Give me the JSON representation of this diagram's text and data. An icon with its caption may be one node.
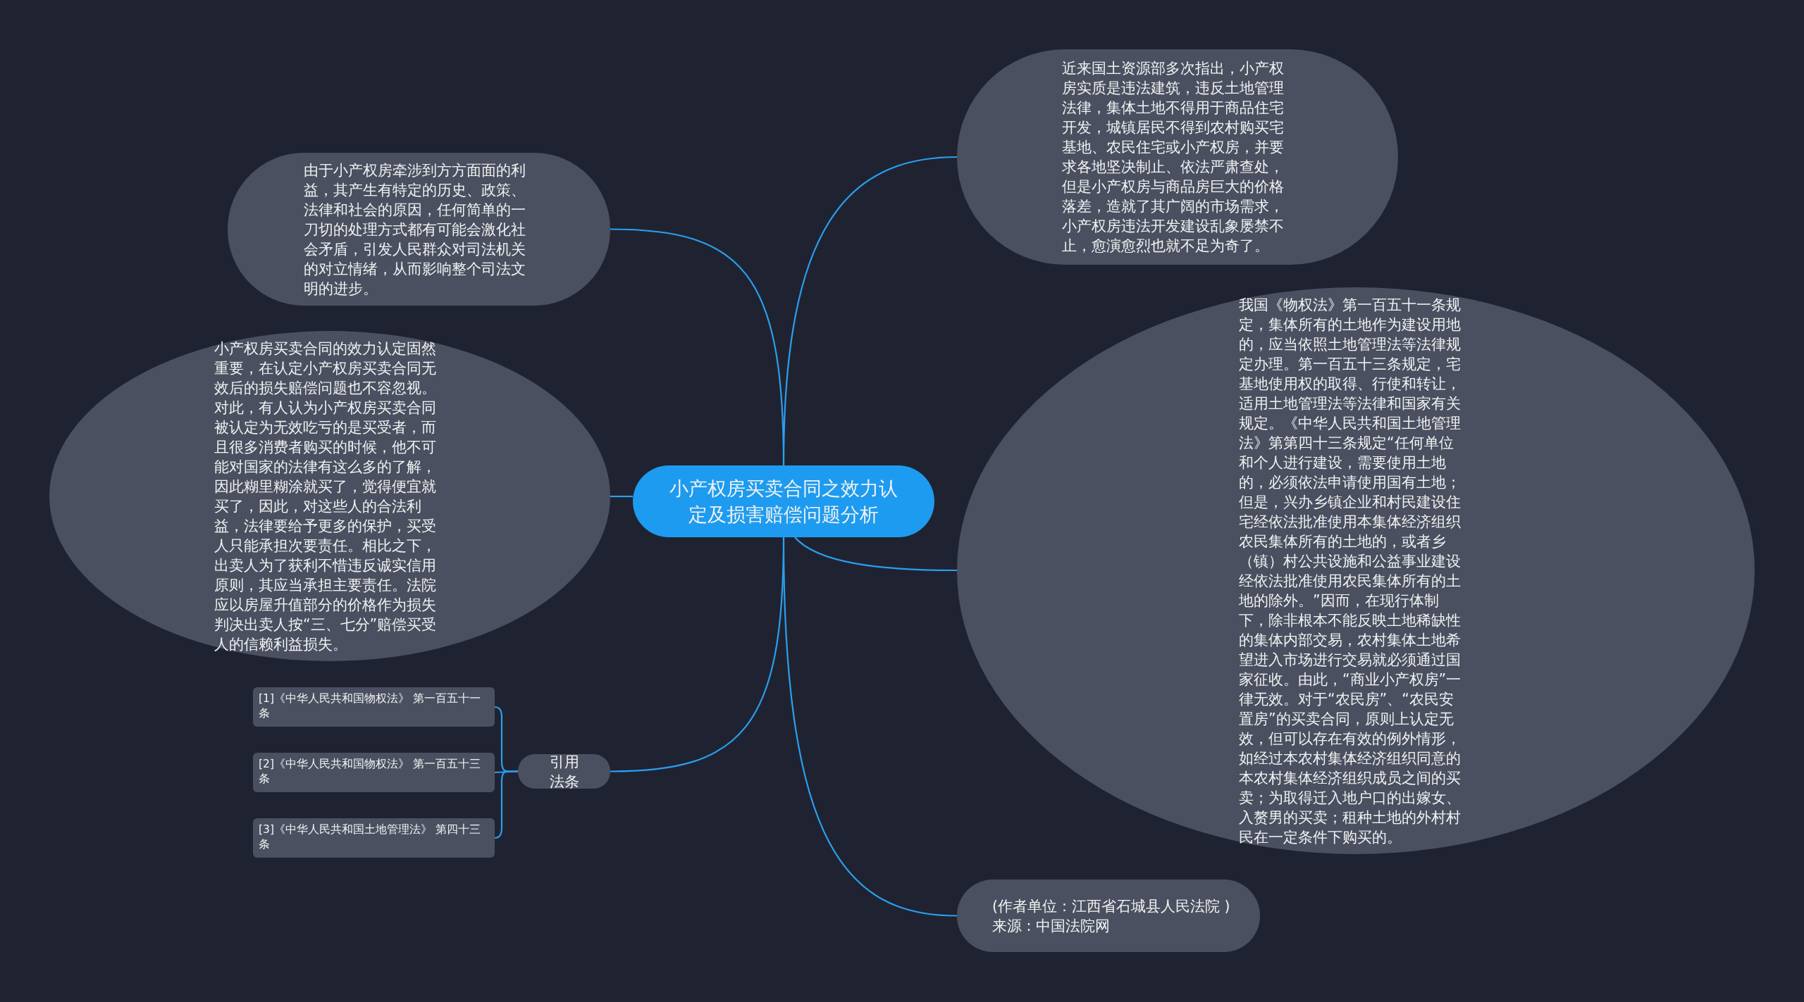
{
  "diagram": {
    "nodes": [
      {
        "text": [
          "小产权房买卖合同之效力认定及损害赔偿问题分析"
        ]
      },
      {
        "text": [
          "由于小产权房牵涉到方方面面的利益，其产生有特定的历史、政策、法律和社会的原因，任何简单的一刀切的处理方式都有可能会激化社会矛盾，引发人民群众对司法机关的对立情绪，从而影响整个司法文明的进步。"
        ]
      },
      {
        "text": [
          "小产权房买卖合同的效力认定固然重要，在认定小产权房买卖合同无效后的损失赔偿问题也不容忽视。对此，有人认为小产权房买卖合同被认定为无效吃亏的是买受者，而且很多消费者购买的时候，他不可能对国家的法律有这么多的了解，因此糊里糊涂就买了，觉得便宜就买了，因此，对这些人的合法利益，法律要给予更多的保护，买受人只能承担次要责任。相比之下，出卖人为了获利不惜违反诚实信用原则，其应当承担主要责任。法院应以房屋升值部分的价格作为损失判决出卖人按“三、七分”赔偿买受人的信赖利益损失。"
        ]
      },
      {
        "text": [
          "引用法条"
        ]
      },
      {
        "text": [
          "[1]《中华人民共和国物权法》 第一百五十一条"
        ]
      },
      {
        "text": [
          "[2]《中华人民共和国物权法》 第一百五十三条"
        ]
      },
      {
        "text": [
          "[3]《中华人民共和国土地管理法》 第四十三条"
        ]
      },
      {
        "text": [
          "近来国土资源部多次指出，小产权房实质是违法建筑，违反土地管理法律，集体土地不得用于商品住宅开发，城镇居民不得到农村购买宅基地、农民住宅或小产权房，并要求各地坚决制止、依法严肃查处，但是小产权房与商品房巨大的价格落差，造就了其广阔的市场需求，小产权房违法开发建设乱象屡禁不止，愈演愈烈也就不足为奇了。"
        ]
      },
      {
        "text": [
          "我国《物权法》第一百五十一条规定，集体所有的土地作为建设用地的，应当依照土地管理法等法律规定办理。第一百五十三条规定，宅基地使用权的取得、行使和转让，适用土地管理法等法律和国家有关规定。《中华人民共和国土地管理法》第第四十三条规定“任何单位和个人进行建设，需要使用土地的，必须依法申请使用国有土地；但是，兴办乡镇企业和村民建设住宅经依法批准使用本集体经济组织农民集体所有的土地的，或者乡（镇）村公共设施和公益事业建设经依法批准使用农民集体所有的土地的除外。”因而，在现行体制下，除非根本不能反映土地稀缺性的集体内部交易，农村集体土地希望进入市场进行交易就必须通过国家征收。由此，“商业小产权房”一律无效。对于“农民房”、“农民安置房”的买卖合同，原则上认定无效，但可以存在有效的例外情形，如经过本农村集体经济组织同意的本农村集体经济组织成员之间的买卖；为取得迁入地户口的出嫁女、入赘男的买卖；租种土地的外村村民在一定条件下购买的。"
        ]
      },
      {
        "text": [
          "(作者单位：江西省石城县人民法院 ) 来源 : 中国法院网"
        ]
      }
    ],
    "edges": [
      {
        "from": 0,
        "to": 1,
        "arrow": "none"
      },
      {
        "from": 0,
        "to": 2,
        "arrow": "none"
      },
      {
        "from": 0,
        "to": 3,
        "arrow": "none"
      },
      {
        "from": 3,
        "to": 4,
        "arrow": "none"
      },
      {
        "from": 3,
        "to": 5,
        "arrow": "none"
      },
      {
        "from": 3,
        "to": 6,
        "arrow": "none"
      },
      {
        "from": 0,
        "to": 7,
        "arrow": "none"
      },
      {
        "from": 0,
        "to": 8,
        "arrow": "none"
      },
      {
        "from": 0,
        "to": 9,
        "arrow": "none"
      }
    ]
  }
}
